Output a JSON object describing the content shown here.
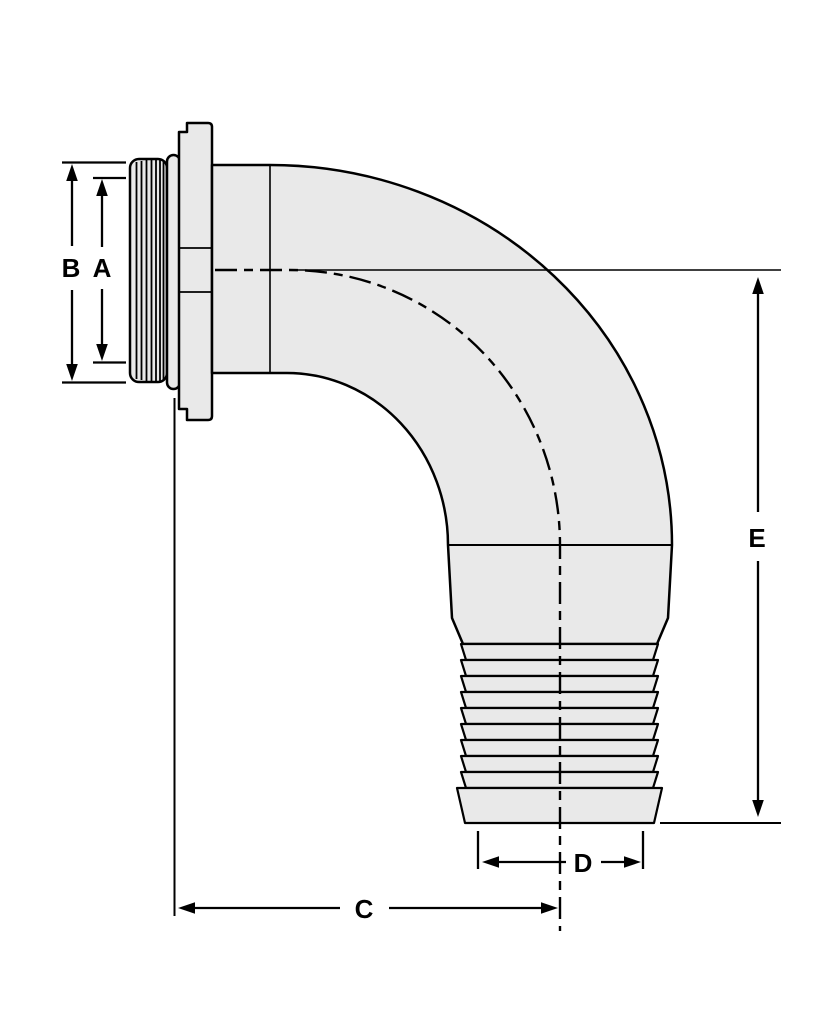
{
  "figure": {
    "dimension_labels": {
      "a": "A",
      "b": "B",
      "c": "C",
      "d": "D",
      "e": "E"
    },
    "colors": {
      "body_fill": "#e9e9e9",
      "line": "#000000",
      "background": "#ffffff"
    }
  }
}
